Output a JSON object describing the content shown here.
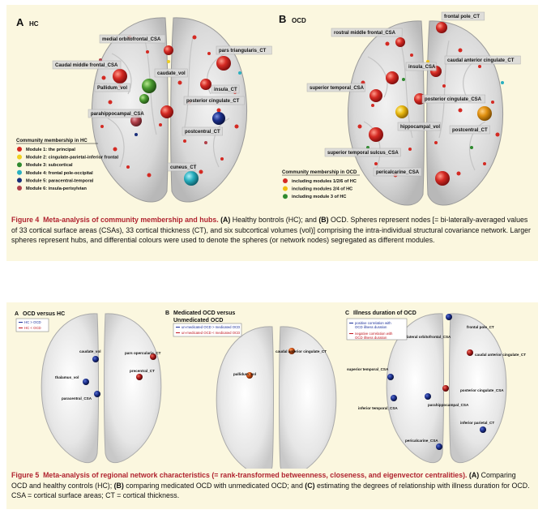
{
  "fig4": {
    "panelA": {
      "letter": "A",
      "title": "HC",
      "labels": [
        "medial orbitofrontal_CSA",
        "pars triangularis_CT",
        "Caudal middle frontal_CSA",
        "caudate_vol",
        "Pallidum_vol",
        "insula_CT",
        "posterior cingulate_CT",
        "parahippocampal_CSA",
        "postcentral_CT",
        "cuneus_CT"
      ],
      "legend_title": "Community membership in HC",
      "legend": [
        {
          "label": "Module 1: the principal",
          "color": "#d42a23"
        },
        {
          "label": "Module 2: cingulate-parietal-inferior frontal",
          "color": "#f0d020"
        },
        {
          "label": "Module 3: subcortical",
          "color": "#2f8a2f"
        },
        {
          "label": "Module 4: frontal pole-occipital",
          "color": "#2ab0c0"
        },
        {
          "label": "Module 5: paracentral-temporal",
          "color": "#1a2e7a"
        },
        {
          "label": "Module 6: insula-perisylvian",
          "color": "#b0404a"
        }
      ]
    },
    "panelB": {
      "letter": "B",
      "title": "OCD",
      "labels": [
        "frontal pole_CT",
        "rostral middle frontal_CSA",
        "caudal anterior cingulate_CT",
        "insula_CSA",
        "superior temporal_CSA",
        "posterior cingulate_CSA",
        "hippocampal_vol",
        "postcentral_CT",
        "superior temporal sulcus_CSA",
        "pericalcarine_CSA"
      ],
      "legend_title": "Community membership in OCD",
      "legend": [
        {
          "label": "including modules 1/2/6 of HC",
          "color": "#d42a23"
        },
        {
          "label": "including modules 2/4 of HC",
          "color": "#f0c010"
        },
        {
          "label": "including module 3 of HC",
          "color": "#2f8a2f"
        }
      ]
    },
    "caption": {
      "fig": "Figure 4",
      "title": "Meta-analysis of community membership and hubs.",
      "body_1": " Healthy bontrols (HC); and ",
      "body_2": " OCD. Spheres represent nodes [= bi-laterally-averaged values of 33 cortical surface areas (CSAs), 33 cortical thickness (CT), and six subcortical volumes (vol)] comprising the intra-individual structural covariance network. Larger spheres represent hubs, and differential colours were used to denote the spheres (or network nodes) segregated as different modules.",
      "a": "(A)",
      "b": "(B)"
    }
  },
  "fig5": {
    "panelA": {
      "letter": "A",
      "title": "OCD versus HC",
      "legend": [
        {
          "label": "HC > OCD",
          "color": "#1a2e9a"
        },
        {
          "label": "HC < OCD",
          "color": "#c0141c"
        }
      ],
      "labels": [
        "caudate_vol",
        "pars opercularis_CT",
        "precentral_CT",
        "thalamus_vol",
        "paracentral_CSA"
      ]
    },
    "panelB": {
      "letter": "B",
      "title": "Medicated OCD versus Unmedicated OCD",
      "legend": [
        {
          "label": "un-medicated OCD > medicated OCD",
          "color": "#1a2e9a"
        },
        {
          "label": "un-medicated OCD < medicated OCD",
          "color": "#c0141c"
        }
      ],
      "labels": [
        "caudal anterior cingulate_CT",
        "pallidum_vol"
      ]
    },
    "panelC": {
      "letter": "C",
      "title": "Illness duration of OCD",
      "legend": [
        {
          "label": "positive correlation with OCD illness duration",
          "color": "#1a2e9a"
        },
        {
          "label": "negative correlation with OCD illness duration",
          "color": "#c0141c"
        }
      ],
      "labels": [
        "frontal pole_CT",
        "lateral orbitofrontal_CSA",
        "caudal anterior cingulate_CT",
        "superior temporal_CSA",
        "posterior cingulate_CSA",
        "parahippocampal_CSA",
        "inferior temporal_CSA",
        "inferior parietal_CT",
        "pericalcarine_CSA"
      ]
    },
    "caption": {
      "fig": "Figure 5",
      "title": "Meta-analysis of regional network characteristics (= rank-transformed betweenness, closeness, and eigenvector centralities).",
      "a": "(A)",
      "b": "(B)",
      "c": "(C)",
      "body_1": " Comparing OCD and healthy controls (HC); ",
      "body_2": " comparing medicated OCD with unmedicated OCD; and ",
      "body_3": " estimating the degrees of relationship with illness duration for OCD. CSA = cortical surface areas; CT = cortical thickness."
    }
  }
}
